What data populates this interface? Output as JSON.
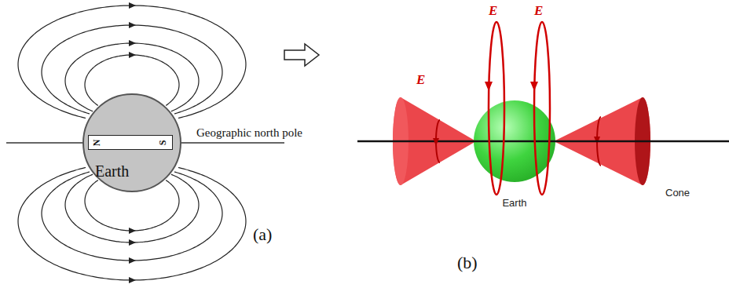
{
  "diagram": {
    "nodes": [
      {
        "text": [
          "Earth"
        ]
      },
      {
        "text": [
          "N",
          "S"
        ],
        "in": 0
      },
      {
        "text": [
          "Earth"
        ]
      },
      {
        "text": [
          "Cone"
        ]
      }
    ],
    "labels": [
      "Geographic north pole",
      "(a)",
      "E",
      "E",
      "E",
      "(b)"
    ]
  }
}
